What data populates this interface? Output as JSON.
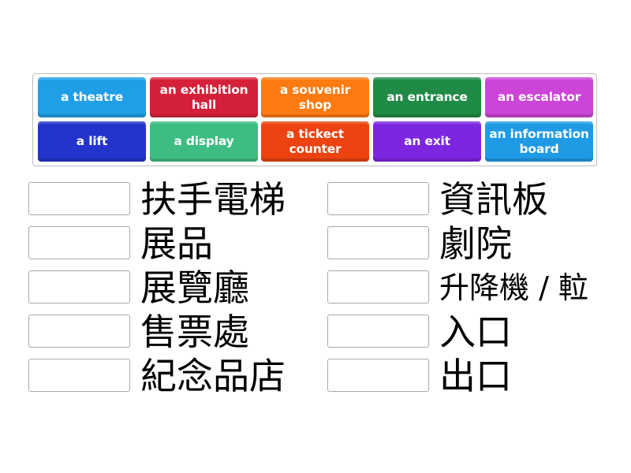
{
  "word_bank": {
    "tiles": [
      {
        "label": "a theatre",
        "color": "#1f9fe6"
      },
      {
        "label": "an exhibition hall",
        "color": "#d4203a"
      },
      {
        "label": "a souvenir shop",
        "color": "#ff7a10"
      },
      {
        "label": "an entrance",
        "color": "#208a47"
      },
      {
        "label": "an escalator",
        "color": "#cc45d6"
      },
      {
        "label": "a lift",
        "color": "#2334cc"
      },
      {
        "label": "a display",
        "color": "#3dbd82"
      },
      {
        "label": "a tickect counter",
        "color": "#ec4310"
      },
      {
        "label": "an exit",
        "color": "#7c26e0"
      },
      {
        "label": "an information board",
        "color": "#1f9be6"
      }
    ]
  },
  "targets": {
    "left": [
      {
        "label": "扶手電梯"
      },
      {
        "label": "展品"
      },
      {
        "label": "展覽廳"
      },
      {
        "label": "售票處"
      },
      {
        "label": "紀念品店"
      }
    ],
    "right": [
      {
        "label": "資訊板"
      },
      {
        "label": "劇院"
      },
      {
        "label": "升降機 / 𨋢"
      },
      {
        "label": "入口"
      },
      {
        "label": "出口"
      }
    ]
  }
}
